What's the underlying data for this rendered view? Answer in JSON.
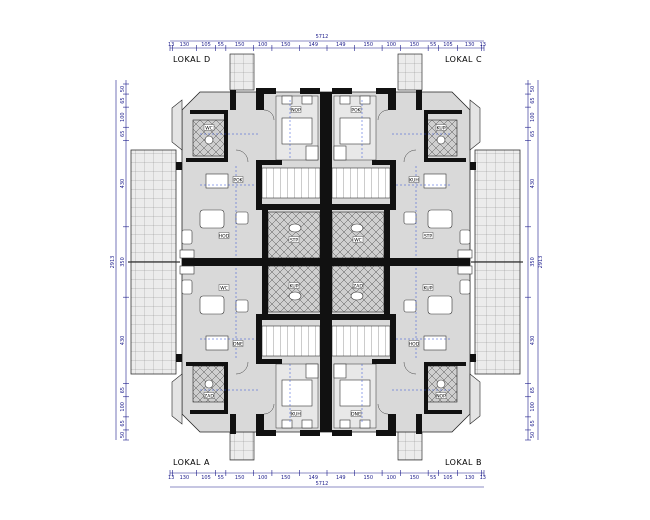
{
  "units": {
    "top_left": "LOKAL D",
    "top_right": "LOKAL C",
    "bottom_left": "LOKAL A",
    "bottom_right": "LOKAL B"
  },
  "dims": {
    "top_total": "5712",
    "bottom_total": "5712",
    "left_total": "2913",
    "right_total": "2913",
    "top_segments": [
      "13",
      "130",
      "105",
      "55",
      "150",
      "100",
      "150",
      "149",
      "149",
      "150",
      "100",
      "150",
      "55",
      "105",
      "130",
      "13"
    ],
    "bottom_segments": [
      "13",
      "130",
      "105",
      "55",
      "150",
      "100",
      "150",
      "149",
      "149",
      "150",
      "100",
      "150",
      "55",
      "105",
      "130",
      "13"
    ],
    "left_segments": [
      "50",
      "65",
      "100",
      "65",
      "430",
      "350",
      "430",
      "65",
      "100",
      "65",
      "50"
    ],
    "right_segments": [
      "50",
      "65",
      "100",
      "65",
      "430",
      "350",
      "430",
      "65",
      "100",
      "65",
      "50"
    ]
  },
  "room_labels": [
    "WC",
    "KUP",
    "ZAD",
    "NOP",
    "POK",
    "KUH",
    "DNE",
    "HOD",
    "STP"
  ],
  "colors": {
    "wall": "#111111",
    "dimension": "#1a1a8a",
    "floor": "#d9d9d9",
    "terrace": "#ececec",
    "tile_line": "#777777"
  }
}
